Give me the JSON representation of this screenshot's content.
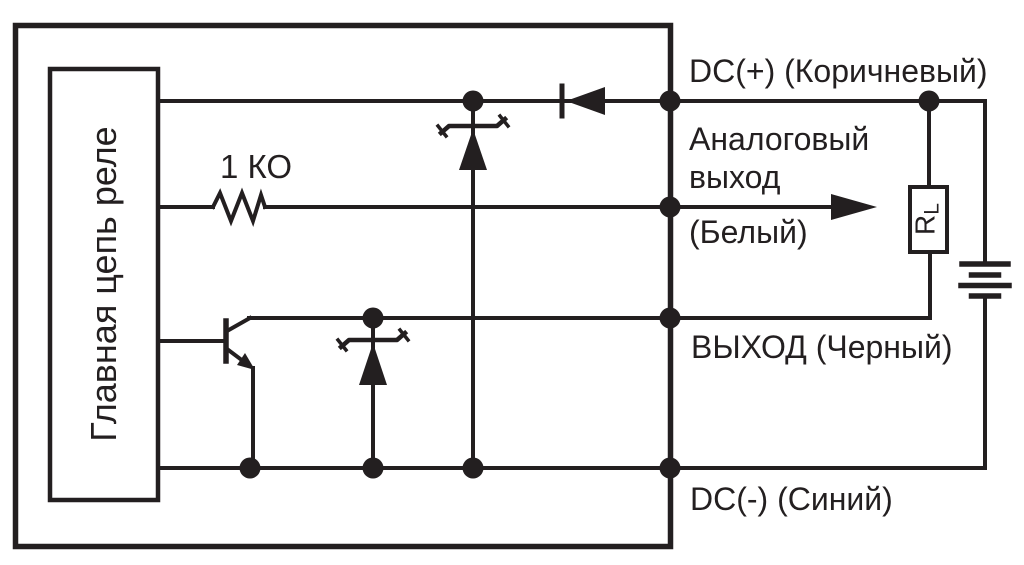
{
  "relay_box": {
    "label": "Главная цепь реле"
  },
  "resistor": {
    "label": "1 КО"
  },
  "load_resistor": {
    "main": "R",
    "sub": "L"
  },
  "wires": {
    "dc_plus_label": "DC(+) (Коричневый)",
    "analog_label_line1": "Аналоговый",
    "analog_label_line2": "выход",
    "analog_wire_color": "(Белый)",
    "output_label": "ВЫХОД (Черный)",
    "dc_minus_label": "DC(-) (Синий)"
  },
  "colors": {
    "ink": "#231f20",
    "background": "#ffffff"
  }
}
